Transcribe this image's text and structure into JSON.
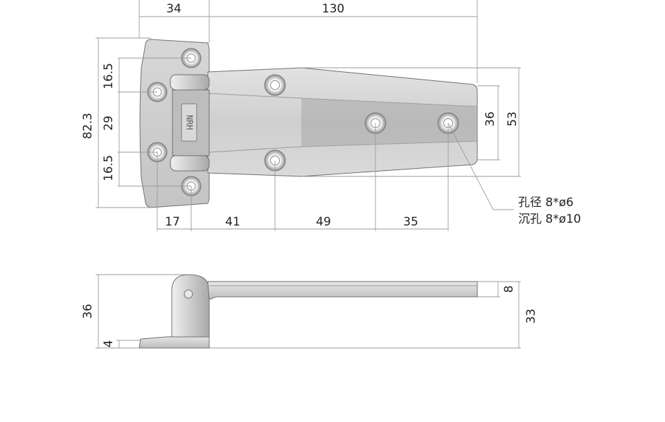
{
  "colors": {
    "metal_light": "#e4e4e4",
    "metal_mid": "#c9c9c9",
    "metal_dark": "#a9a9a9",
    "outline": "#6e6e6e",
    "dimension": "#9a9a9a",
    "text": "#222222"
  },
  "top_view": {
    "dims": {
      "leaf_width": "34",
      "plate_length": "130",
      "overall_height": "82.3",
      "hole_pitch_top": "16.5",
      "hole_pitch_mid": "29",
      "hole_pitch_bottom": "16.5",
      "plate_width_inner": "36",
      "plate_width_outer": "53",
      "bottom_17": "17",
      "bottom_41": "41",
      "bottom_49": "49",
      "bottom_35": "35"
    },
    "logo_text": "NRH",
    "hole_note": {
      "line1": "孔径 8*ø6",
      "line2": "沉孔 8*ø10"
    }
  },
  "side_view": {
    "dims": {
      "total_height": "36",
      "base_thickness": "4",
      "plate_thickness": "8",
      "plate_offset": "33"
    }
  }
}
